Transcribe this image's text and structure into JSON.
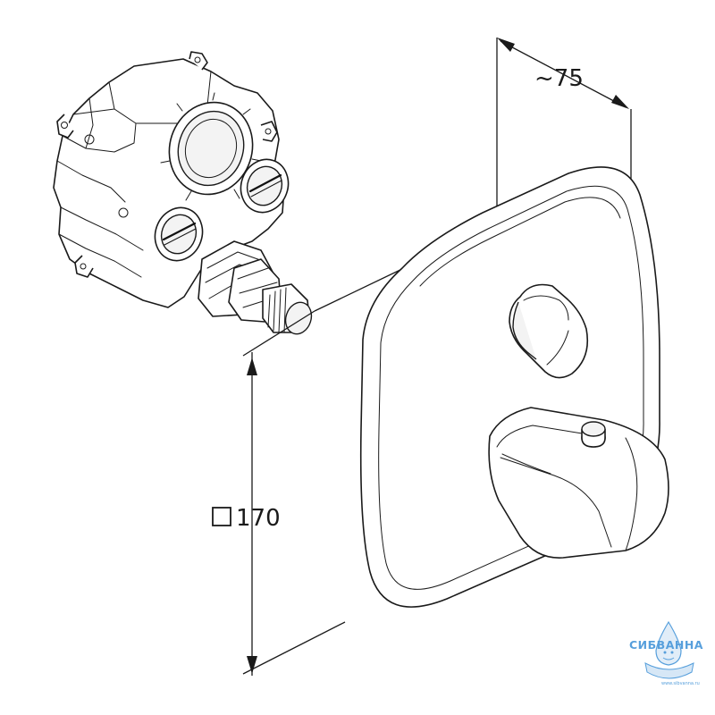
{
  "dimensions": {
    "depth_label": "~75",
    "size_label": "170",
    "size_symbol": "square-symbol-icon"
  },
  "watermark": {
    "brand": "СИБВАННА",
    "url": "www.sibvanna.ru",
    "color": "#3a8fd6"
  },
  "icons": {
    "logo": "water-drop-bathtub-icon"
  }
}
